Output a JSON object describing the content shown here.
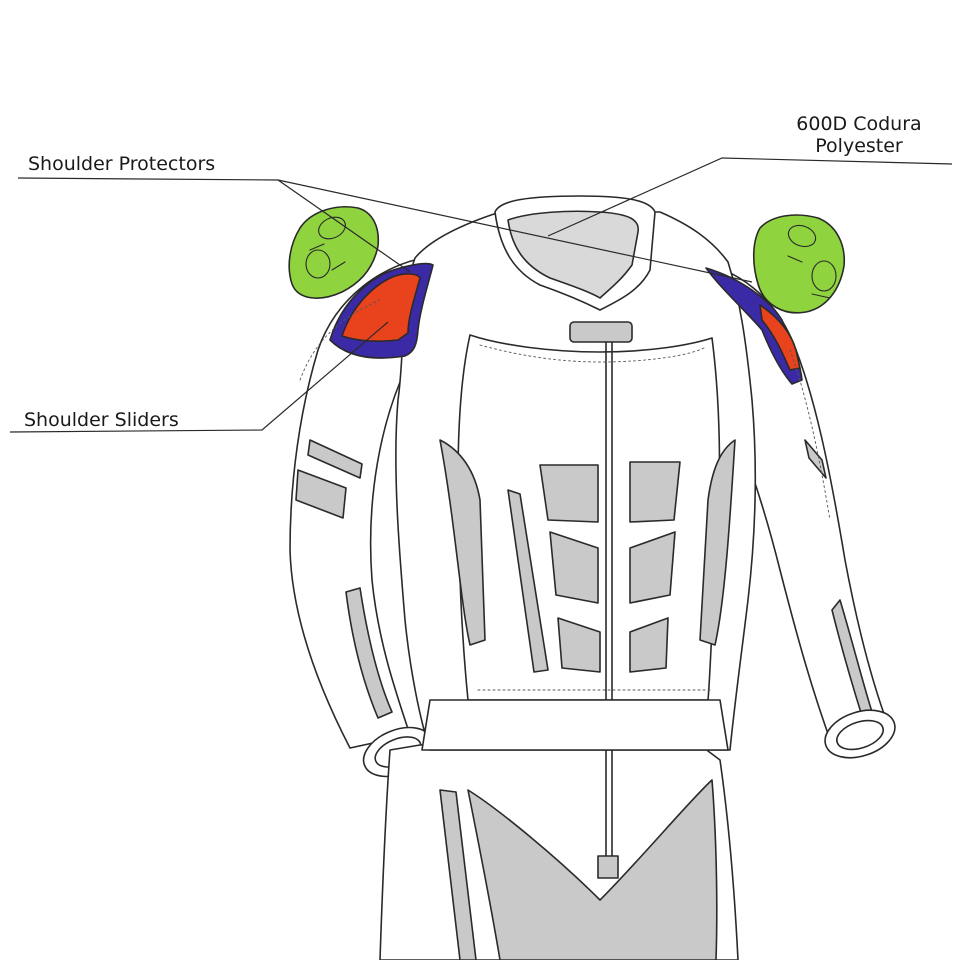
{
  "labels": {
    "shoulder_protectors": "Shoulder Protectors",
    "shoulder_sliders": "Shoulder Sliders",
    "material_line1": "600D Codura",
    "material_line2": "Polyester"
  },
  "colors": {
    "protector_green": "#8fd33f",
    "slider_red": "#e8431d",
    "slider_blue": "#3b2aa6",
    "panel_gray": "#c9c9c9",
    "outline": "#2a2a2a",
    "suit_white": "#ffffff"
  }
}
